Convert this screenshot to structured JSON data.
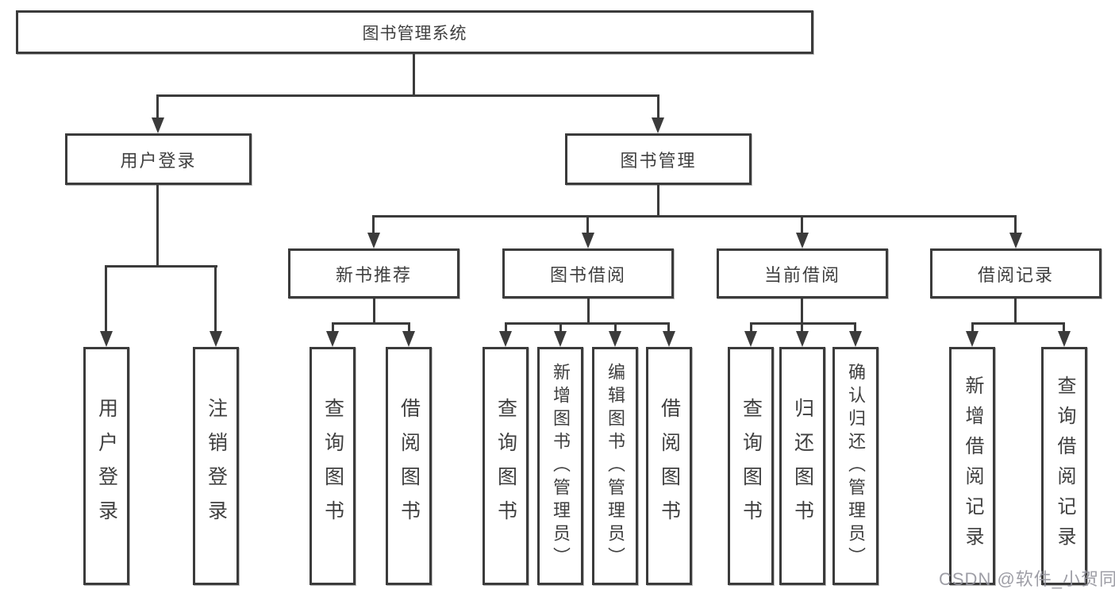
{
  "colors": {
    "line": "#3b3b3b",
    "text": "#3f3f3f",
    "watermark": "#94949c",
    "background": "#ffffff"
  },
  "watermark": {
    "text": "CSDN @软件_小贺同学"
  },
  "tree": {
    "label": "图书管理系统",
    "children": [
      {
        "label": "用户登录",
        "children": [
          {
            "label": "用户登录"
          },
          {
            "label": "注销登录"
          }
        ]
      },
      {
        "label": "图书管理",
        "children": [
          {
            "label": "新书推荐",
            "children": [
              {
                "label": "查询图书"
              },
              {
                "label": "借阅图书"
              }
            ]
          },
          {
            "label": "图书借阅",
            "children": [
              {
                "label": "查询图书"
              },
              {
                "label": "新增图书（管理员）"
              },
              {
                "label": "编辑图书（管理员）"
              },
              {
                "label": "借阅图书"
              }
            ]
          },
          {
            "label": "当前借阅",
            "children": [
              {
                "label": "查询图书"
              },
              {
                "label": "归还图书"
              },
              {
                "label": "确认归还（管理员）"
              }
            ]
          },
          {
            "label": "借阅记录",
            "children": [
              {
                "label": "新增借阅记录"
              },
              {
                "label": "查询借阅记录"
              }
            ]
          }
        ]
      }
    ]
  }
}
